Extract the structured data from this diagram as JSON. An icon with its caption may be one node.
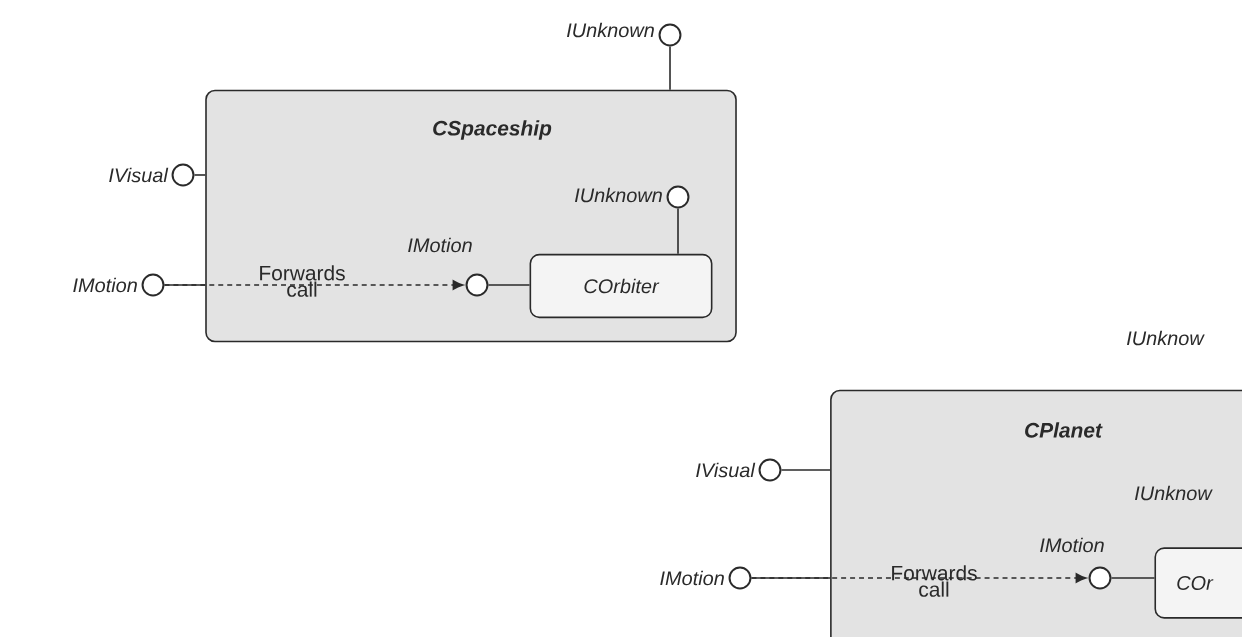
{
  "diagram": {
    "nodes": [
      {
        "text": [
          "CSpaceship"
        ]
      },
      {
        "text": [],
        "shape": "circle",
        "beside": [
          "IUnknown"
        ]
      },
      {
        "text": [],
        "shape": "circle",
        "beside": [
          "IVisual"
        ]
      },
      {
        "text": [],
        "shape": "circle",
        "beside": [
          "IMotion"
        ]
      },
      {
        "text": [],
        "shape": "circle",
        "beside": [
          "IMotion"
        ],
        "in": 0
      },
      {
        "text": [
          "COrbiter"
        ],
        "in": 0
      },
      {
        "text": [],
        "shape": "circle",
        "beside": [
          "IUnknown"
        ],
        "in": 0
      },
      {
        "text": [
          "CPlanet"
        ]
      },
      {
        "text": [],
        "shape": "circle",
        "beside": [
          "IVisual"
        ]
      },
      {
        "text": [],
        "shape": "circle",
        "beside": [
          "IMotion"
        ]
      },
      {
        "text": [],
        "shape": "circle",
        "beside": [
          "IMotion"
        ],
        "in": 7
      },
      {
        "text": [
          "COr"
        ],
        "in": 7
      }
    ],
    "edges": [
      {
        "from": 1,
        "to": 0,
        "arrow": "none"
      },
      {
        "from": 2,
        "to": 0,
        "arrow": "none"
      },
      {
        "from": 3,
        "to": 4,
        "arrow": "to",
        "style": "dashed",
        "label": "Forwards call"
      },
      {
        "from": 4,
        "to": 5,
        "arrow": "none"
      },
      {
        "from": 6,
        "to": 5,
        "arrow": "none"
      },
      {
        "from": 8,
        "to": 7,
        "arrow": "none"
      },
      {
        "from": 9,
        "to": 10,
        "arrow": "to",
        "style": "dashed",
        "label": "Forwards call"
      },
      {
        "from": 10,
        "to": 11,
        "arrow": "none"
      }
    ],
    "labels": [
      "IUnknow",
      "IUnknow"
    ]
  }
}
